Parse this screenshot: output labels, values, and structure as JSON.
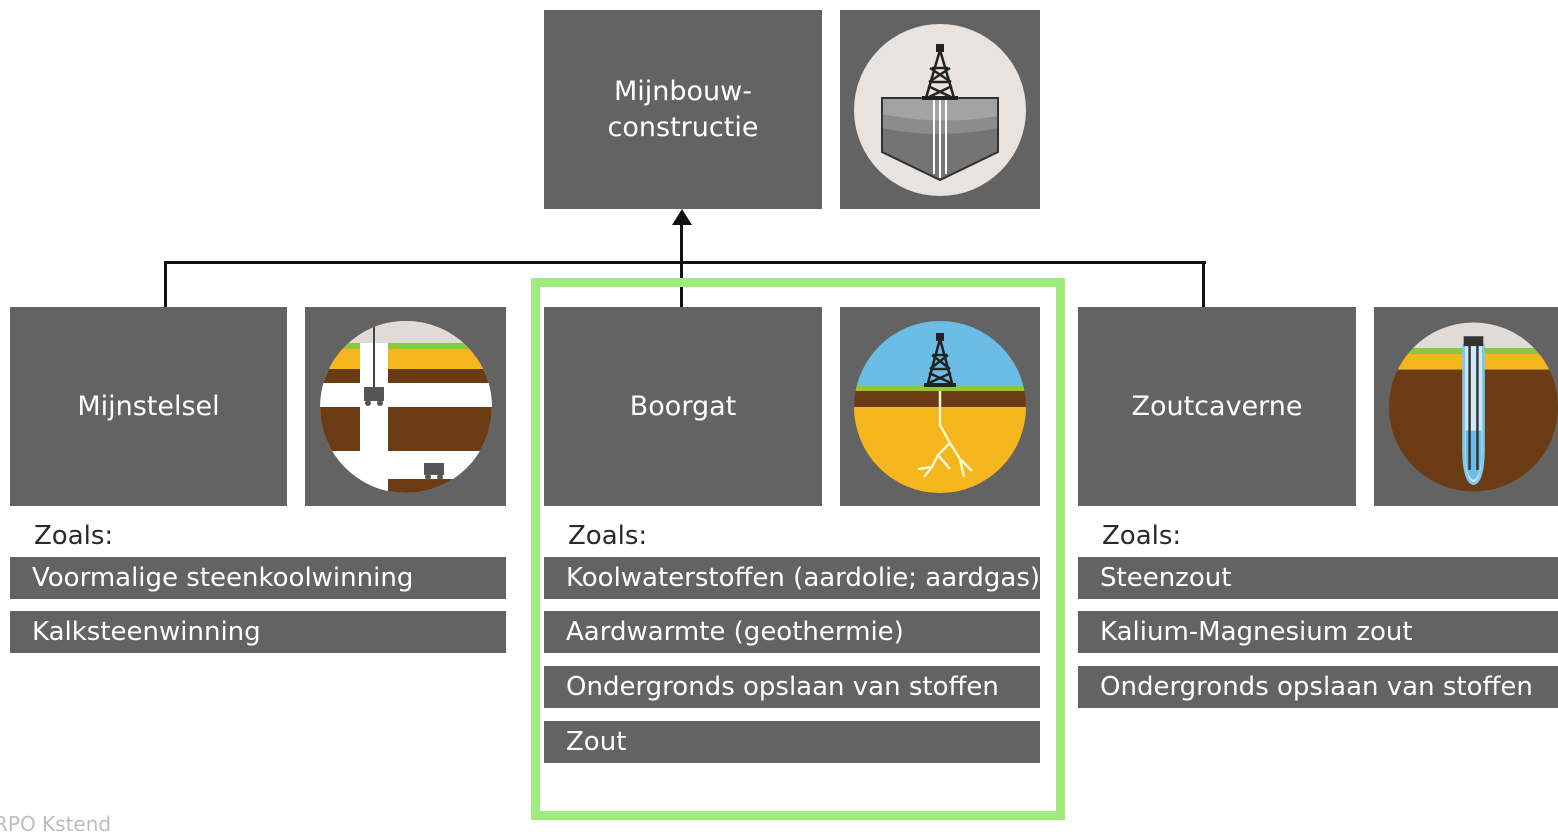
{
  "top": {
    "title_line1": "Mijnbouw-",
    "title_line2": "constructie"
  },
  "columns": [
    {
      "title": "Mijnstelsel",
      "zoals": "Zoals:",
      "items": [
        "Voormalige steenkoolwinning",
        "Kalksteenwinning"
      ]
    },
    {
      "title": "Boorgat",
      "zoals": "Zoals:",
      "items": [
        "Koolwaterstoffen (aardolie; aardgas)",
        "Aardwarmte (geothermie)",
        "Ondergronds opslaan van stoffen",
        "Zout"
      ],
      "highlighted": true
    },
    {
      "title": "Zoutcaverne",
      "zoals": "Zoals:",
      "items": [
        "Steenzout",
        "Kalium-Magnesium zout",
        "Ondergronds opslaan van stoffen"
      ]
    }
  ],
  "icons": {
    "top": "oil-derrick-icon",
    "mijnstelsel": "mine-shaft-icon",
    "boorgat": "borehole-icon",
    "zoutcaverne": "salt-cavern-icon"
  },
  "colors": {
    "box": "#636363",
    "highlight": "#9dec7d",
    "sky": "#6cbde6",
    "sand": "#f5b51c",
    "soil": "#6b3b14",
    "grass": "#8fc63f"
  },
  "footer": {
    "credit": "RPO Kstend"
  }
}
